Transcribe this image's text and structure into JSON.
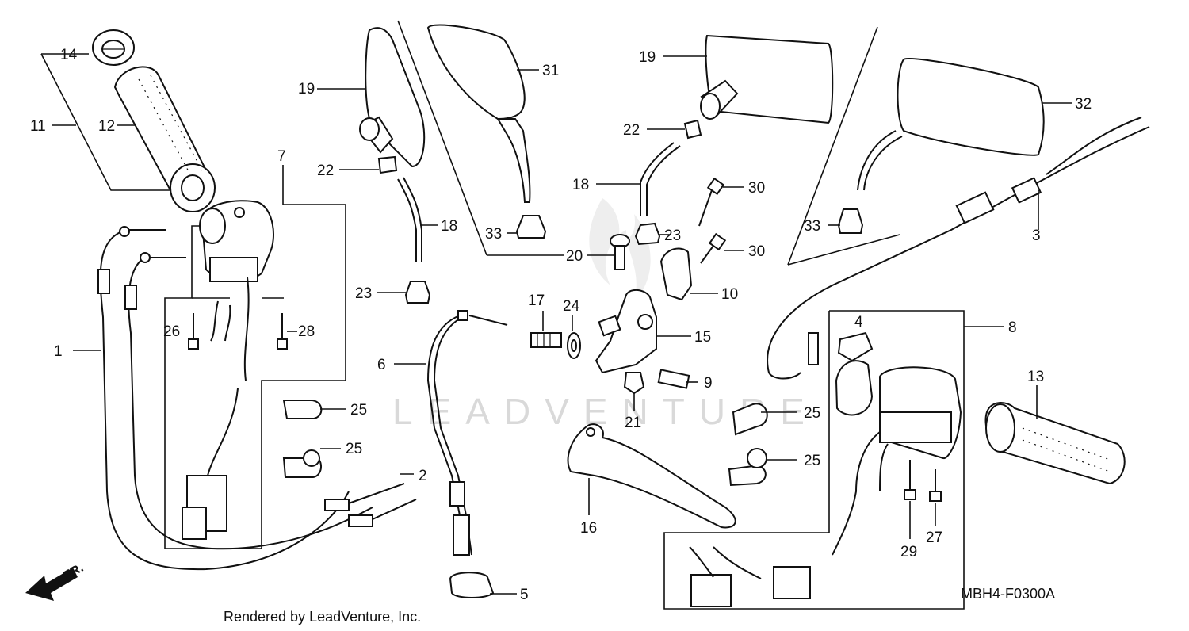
{
  "diagram": {
    "code": "MBH4-F0300A",
    "footer": "Rendered by LeadVenture, Inc.",
    "watermark": "LEADVENTURE",
    "direction_marker": "FR.",
    "labels": [
      {
        "id": "14",
        "text": "14"
      },
      {
        "id": "11",
        "text": "11"
      },
      {
        "id": "12",
        "text": "12"
      },
      {
        "id": "7",
        "text": "7"
      },
      {
        "id": "1",
        "text": "1"
      },
      {
        "id": "26",
        "text": "26"
      },
      {
        "id": "28",
        "text": "28"
      },
      {
        "id": "2",
        "text": "2"
      },
      {
        "id": "19a",
        "text": "19"
      },
      {
        "id": "22a",
        "text": "22"
      },
      {
        "id": "18a",
        "text": "18"
      },
      {
        "id": "23a",
        "text": "23"
      },
      {
        "id": "31",
        "text": "31"
      },
      {
        "id": "33a",
        "text": "33"
      },
      {
        "id": "6",
        "text": "6"
      },
      {
        "id": "5",
        "text": "5"
      },
      {
        "id": "25a",
        "text": "25"
      },
      {
        "id": "25b",
        "text": "25"
      },
      {
        "id": "19b",
        "text": "19"
      },
      {
        "id": "22b",
        "text": "22"
      },
      {
        "id": "18b",
        "text": "18"
      },
      {
        "id": "20",
        "text": "20"
      },
      {
        "id": "23b",
        "text": "23"
      },
      {
        "id": "30a",
        "text": "30"
      },
      {
        "id": "30b",
        "text": "30"
      },
      {
        "id": "10",
        "text": "10"
      },
      {
        "id": "17",
        "text": "17"
      },
      {
        "id": "24",
        "text": "24"
      },
      {
        "id": "15",
        "text": "15"
      },
      {
        "id": "9",
        "text": "9"
      },
      {
        "id": "21",
        "text": "21"
      },
      {
        "id": "16",
        "text": "16"
      },
      {
        "id": "32",
        "text": "32"
      },
      {
        "id": "33b",
        "text": "33"
      },
      {
        "id": "3",
        "text": "3"
      },
      {
        "id": "4",
        "text": "4"
      },
      {
        "id": "8",
        "text": "8"
      },
      {
        "id": "13",
        "text": "13"
      },
      {
        "id": "25c",
        "text": "25"
      },
      {
        "id": "25d",
        "text": "25"
      },
      {
        "id": "29",
        "text": "29"
      },
      {
        "id": "27",
        "text": "27"
      }
    ]
  }
}
